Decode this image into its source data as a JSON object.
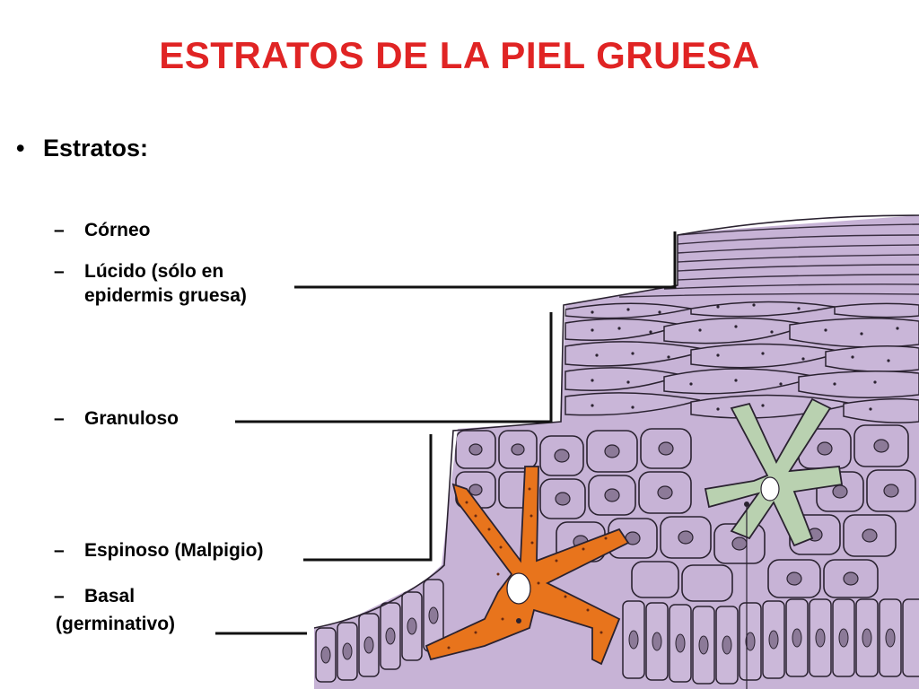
{
  "slide": {
    "title": "ESTRATOS DE LA PIEL GRUESA",
    "bullet": "Estratos:",
    "bullet_symbol": "•",
    "dash_symbol": "–",
    "strata": {
      "corneo": "Córneo",
      "lucido_line1": "Lúcido (sólo en",
      "lucido_line2": "epidermis gruesa)",
      "granuloso": "Granuloso",
      "espinoso": "Espinoso (Malpigio)",
      "basal": "Basal",
      "basal_cont": "(germinativo)"
    }
  },
  "colors": {
    "title": "#e02424",
    "tissue": "#c7b3d6",
    "cell_outline": "#2a2230",
    "melanocyte": "#e8741c",
    "langerhans": "#b9d1b0",
    "leader_lines": "#111111"
  },
  "icons": {
    "melanocyte": "melanocyte-cell",
    "langerhans": "langerhans-cell"
  }
}
